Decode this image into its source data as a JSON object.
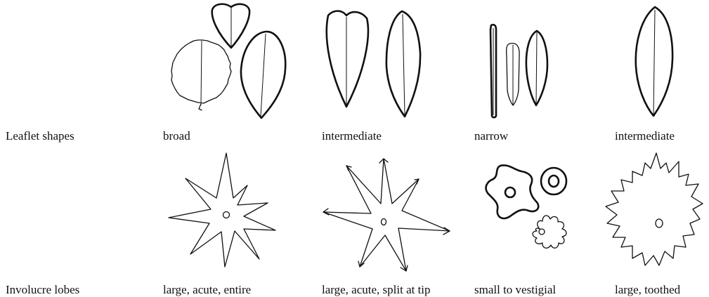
{
  "rows": [
    {
      "title": "Leaflet shapes",
      "captions": [
        "broad",
        "intermediate",
        "narrow",
        "intermediate"
      ]
    },
    {
      "title": "Involucre lobes",
      "captions": [
        "large, acute, entire",
        "large, acute, split at tip",
        "small to vestigial",
        "large, toothed"
      ]
    }
  ]
}
